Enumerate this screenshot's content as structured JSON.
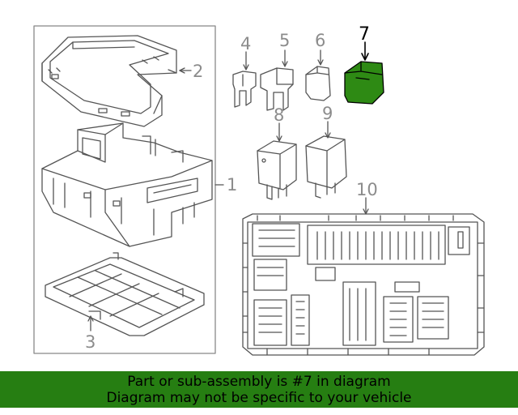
{
  "callouts": {
    "c1": "1",
    "c2": "2",
    "c3": "3",
    "c4": "4",
    "c5": "5",
    "c6": "6",
    "c7": "7",
    "c8": "8",
    "c9": "9",
    "c10": "10"
  },
  "highlighted_part": "7",
  "highlight_color": "#2e8a14",
  "banner": {
    "line1": "Part or sub-assembly is #7 in diagram",
    "line2": "Diagram may not be specific to your vehicle",
    "background": "#267e12"
  }
}
